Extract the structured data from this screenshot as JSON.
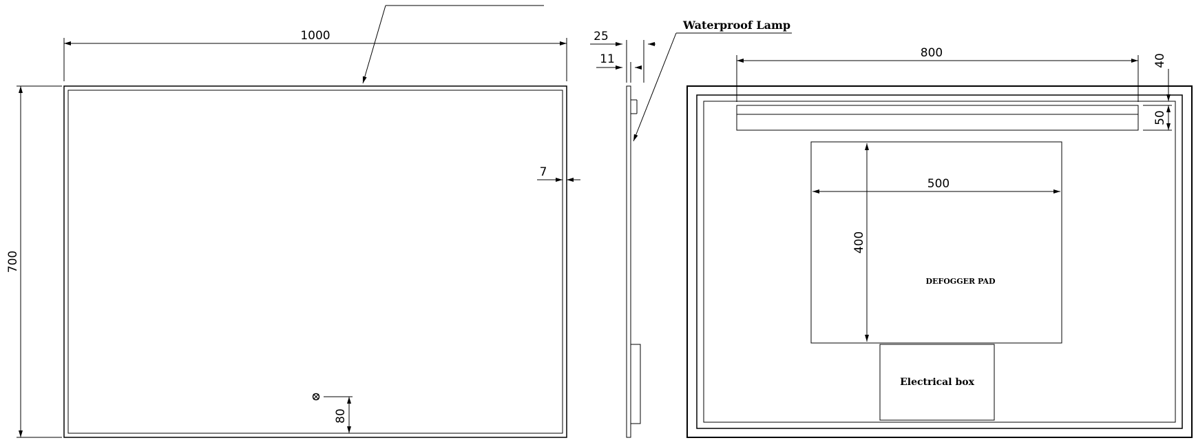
{
  "front_view": {
    "width_dim": "1000",
    "height_dim": "700",
    "frame_dim": "7",
    "switch_offset_dim": "80"
  },
  "side_view": {
    "depth_total_dim": "25",
    "depth_glass_dim": "11",
    "lamp_label": "Waterproof Lamp"
  },
  "back_view": {
    "lamp_length_dim": "800",
    "lamp_top_offset_dim": "40",
    "lamp_height_dim": "50",
    "pad_width_dim": "500",
    "pad_height_dim": "400",
    "pad_label": "DEFOGGER PAD",
    "box_label": "Electrical box"
  }
}
